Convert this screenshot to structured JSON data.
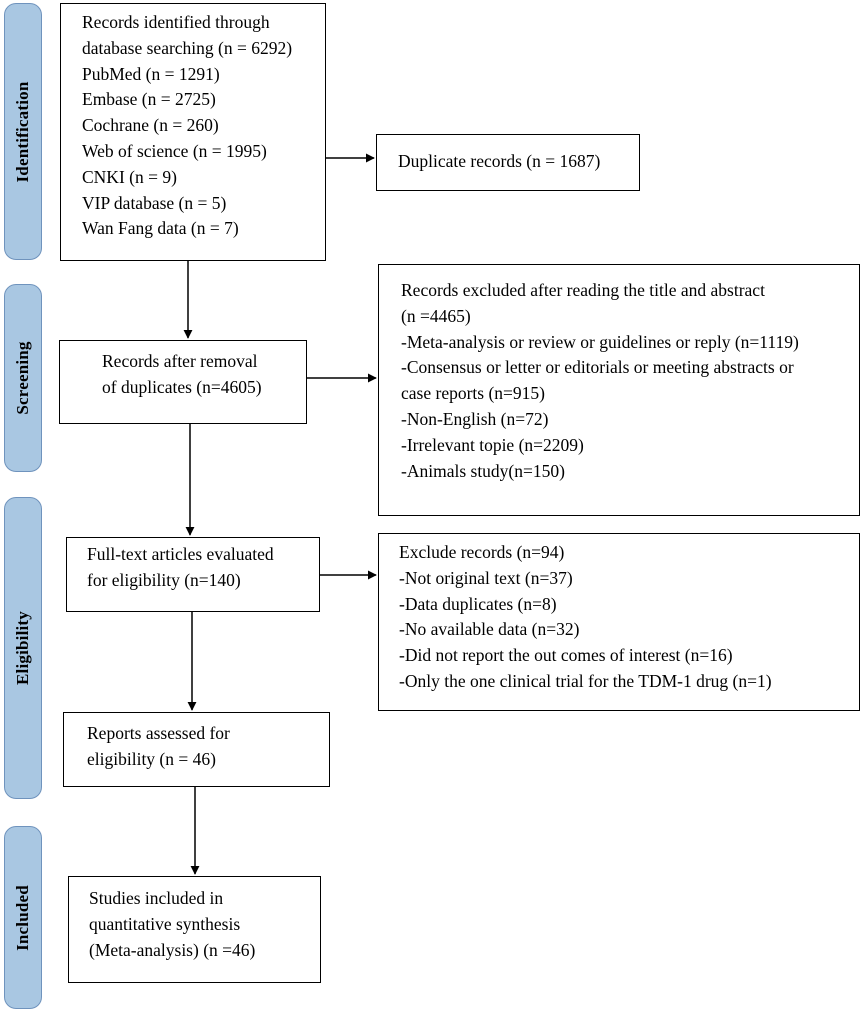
{
  "phases": [
    {
      "id": "identification",
      "label": "Identification"
    },
    {
      "id": "screening",
      "label": "Screening"
    },
    {
      "id": "eligibility",
      "label": "Eligibility"
    },
    {
      "id": "included",
      "label": "Included"
    }
  ],
  "boxes": {
    "records_identified": {
      "lines": [
        "Records identified through",
        "database searching (n = 6292)",
        "PubMed (n = 1291)",
        "Embase (n = 2725)",
        "Cochrane (n = 260)",
        "Web of science (n = 1995)",
        "CNKI (n = 9)",
        "VIP database  (n = 5)",
        "Wan Fang data (n = 7)"
      ]
    },
    "duplicate_records": {
      "lines": [
        "Duplicate records (n = 1687)"
      ]
    },
    "records_after_removal": {
      "lines": [
        "Records after removal",
        "of duplicates (n=4605)"
      ]
    },
    "records_excluded": {
      "lines": [
        "Records excluded after reading the title and abstract",
        "(n =4465)",
        "-Meta-analysis or review or guidelines or reply (n=1119)",
        "-Consensus or letter or editorials or meeting abstracts or",
        "case reports (n=915)",
        "-Non-English (n=72)",
        "-Irrelevant topie (n=2209)",
        "-Animals study(n=150)"
      ]
    },
    "fulltext_evaluated": {
      "lines": [
        "Full-text articles evaluated",
        "for eligibility (n=140)"
      ]
    },
    "exclude_records": {
      "lines": [
        "Exclude records (n=94)",
        "-Not original text (n=37)",
        "-Data duplicates (n=8)",
        "-No available data (n=32)",
        "-Did not report the out comes of interest (n=16)",
        "-Only the one clinical trial for the TDM-1 drug (n=1)"
      ]
    },
    "reports_assessed": {
      "lines": [
        "Reports assessed for",
        "eligibility (n = 46)"
      ]
    },
    "studies_included": {
      "lines": [
        "Studies included in",
        "quantitative synthesis",
        "(Meta-analysis) (n =46)"
      ]
    }
  }
}
